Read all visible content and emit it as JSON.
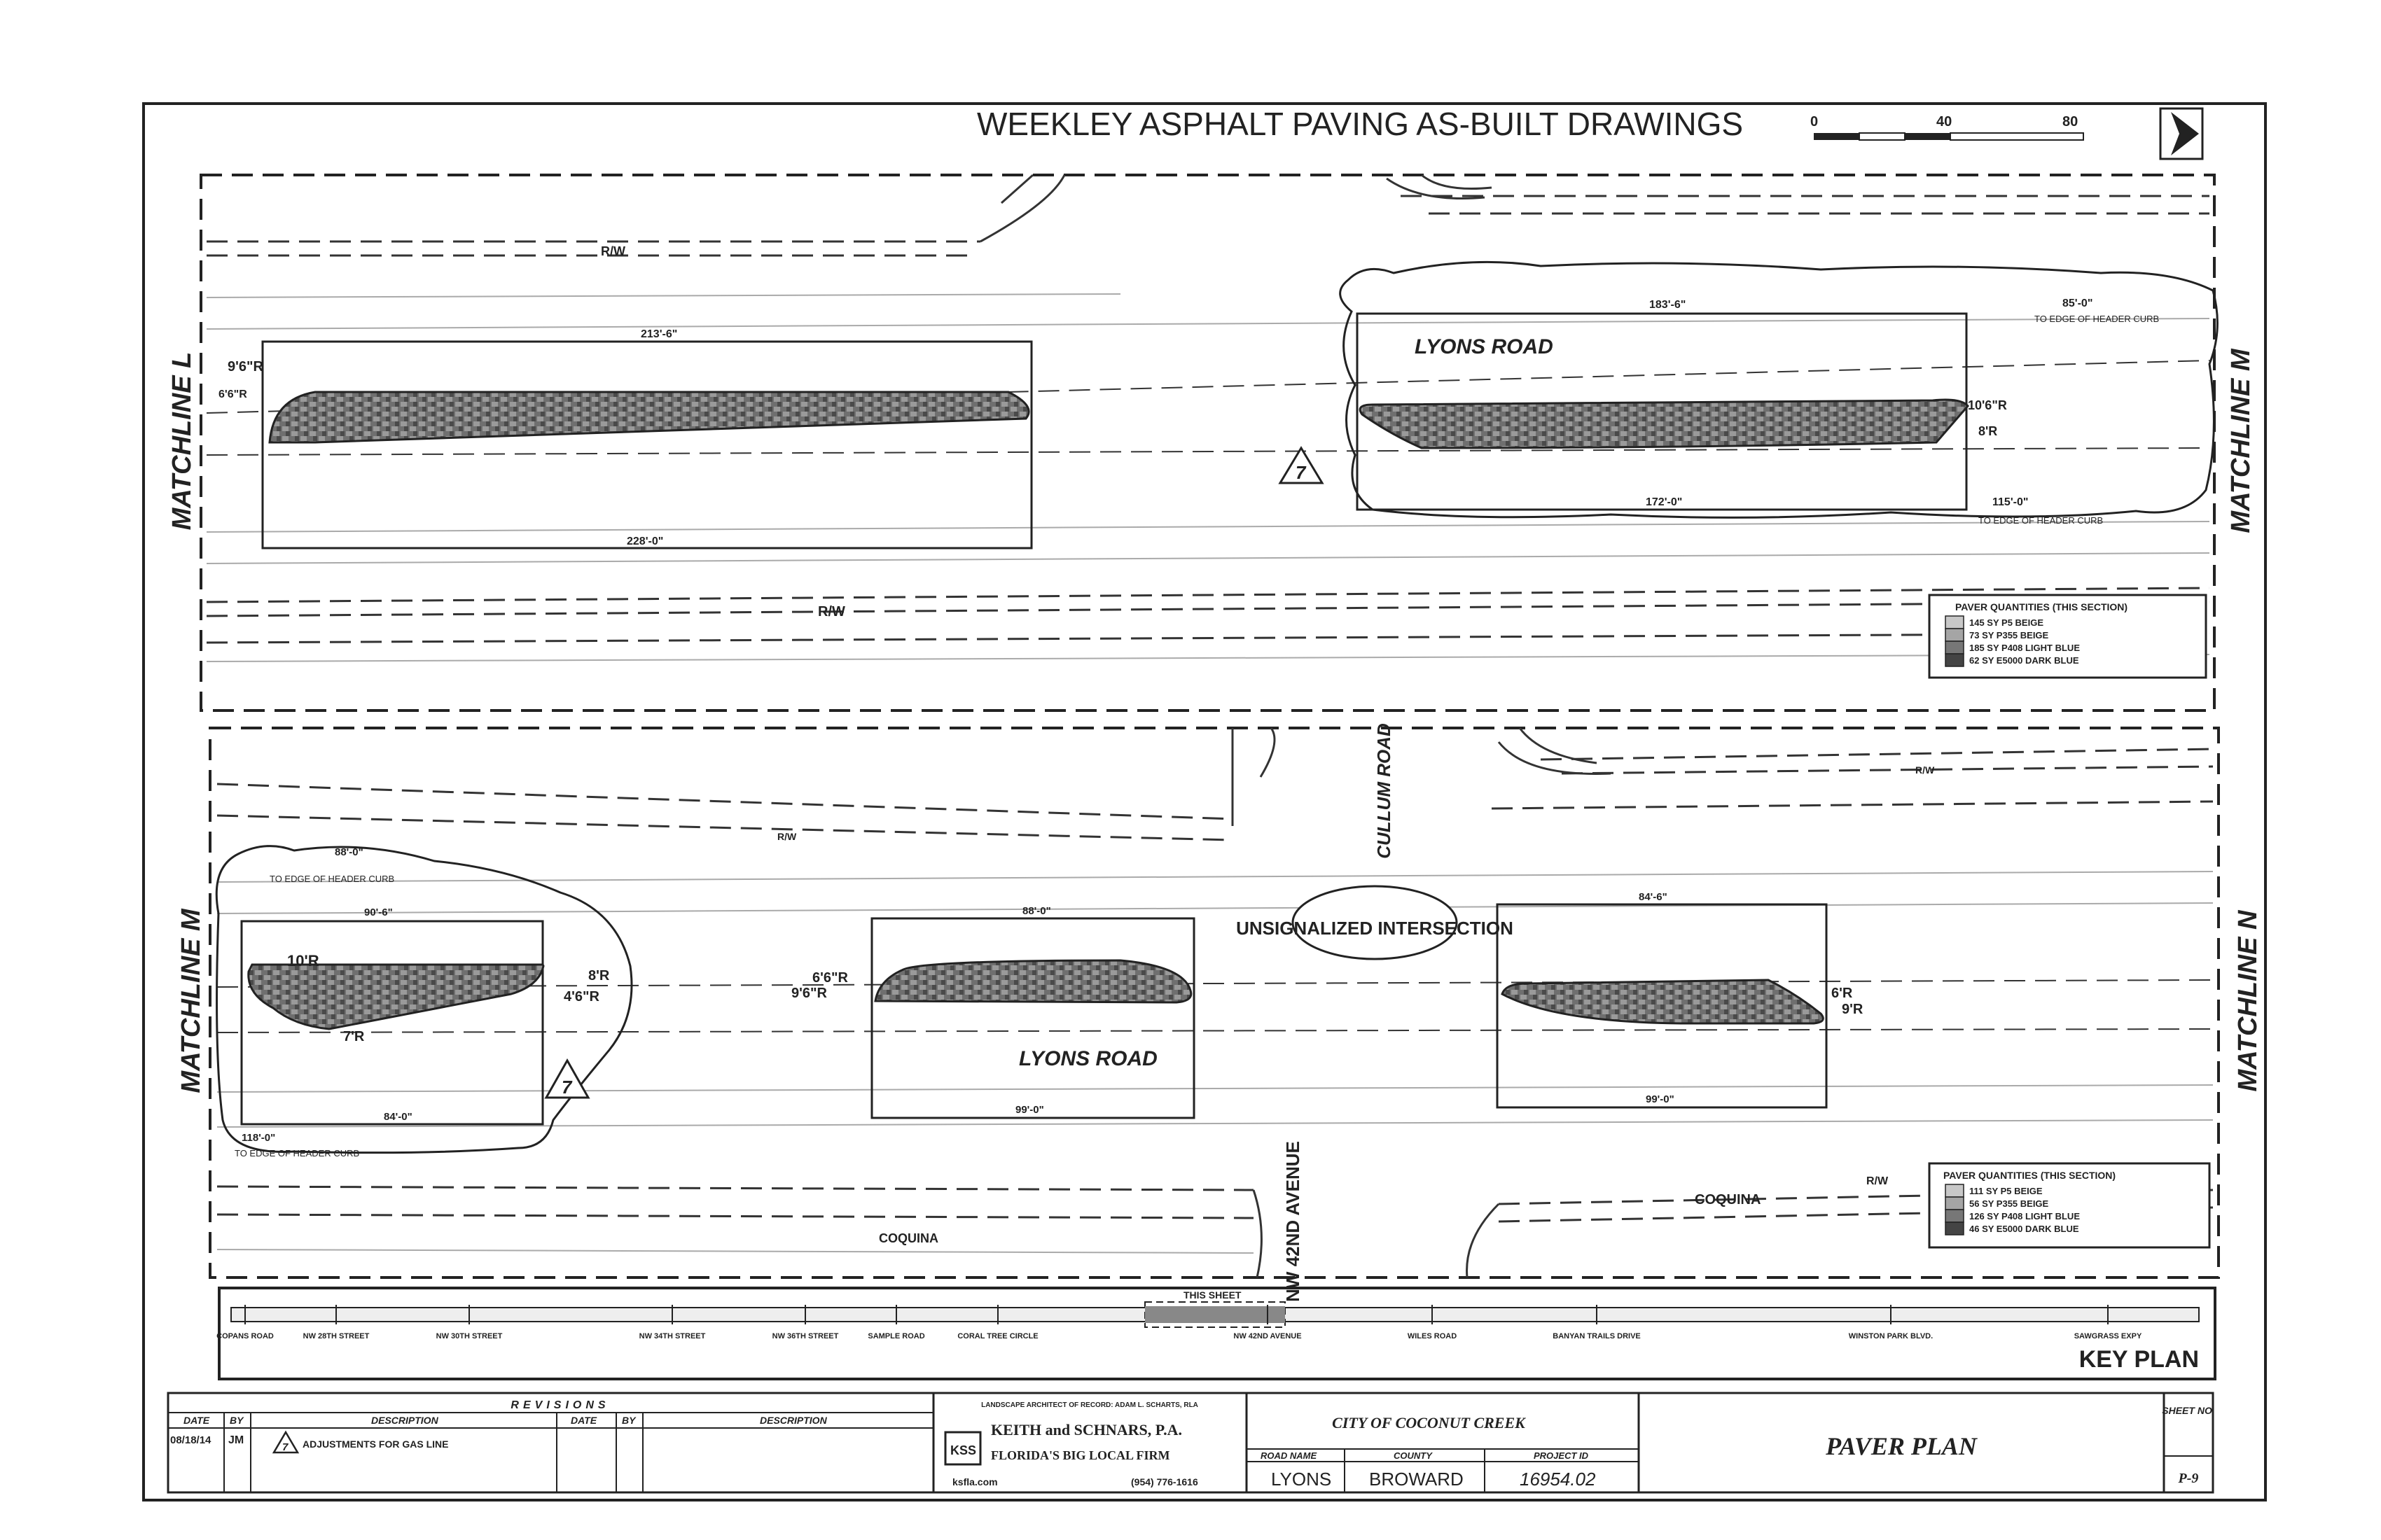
{
  "header": {
    "title": "WEEKLEY ASPHALT PAVING AS-BUILT DRAWINGS",
    "title_color": "#d0202a",
    "scale_labels": [
      "0",
      "40",
      "80"
    ],
    "north_icon": "north-arrow-icon"
  },
  "upper_plan": {
    "matchline_left": "MATCHLINE L",
    "matchline_right": "MATCHLINE M",
    "road_label": "LYONS ROAD",
    "rw_top": "R/W",
    "rw_bottom": "R/W",
    "revision_mark": "7",
    "island1": {
      "top_dim": "213'-6\"",
      "bottom_dim": "228'-0\"",
      "radius1": "9'6\"R",
      "radius2": "6'6\"R"
    },
    "island2": {
      "top_dim": "183'-6\"",
      "bottom_dim": "172'-0\"",
      "right_top_dim": "85'-0\"",
      "right_top_note": "TO EDGE OF HEADER CURB",
      "right_bottom_dim": "115'-0\"",
      "right_bottom_note": "TO EDGE OF HEADER CURB",
      "radius1": "10'6\"R",
      "radius2": "8'R"
    },
    "legend": {
      "title": "PAVER QUANTITIES (THIS SECTION)",
      "rows": [
        "145 SY  P5 BEIGE",
        "73 SY  P355 BEIGE",
        "185 SY  P408 LIGHT BLUE",
        "62 SY  E5000 DARK BLUE"
      ]
    }
  },
  "lower_plan": {
    "matchline_left": "MATCHLINE M",
    "matchline_right": "MATCHLINE N",
    "road_label": "LYONS ROAD",
    "cross_road": "CULLUM ROAD",
    "avenue": "NW 42ND AVENUE",
    "intersection": "UNSIGNALIZED INTERSECTION",
    "coquina_left": "COQUINA",
    "coquina_right": "COQUINA",
    "rw_labels": [
      "R/W",
      "R/W",
      "R/W"
    ],
    "revision_mark": "7",
    "island1": {
      "top_note_dim": "88'-0\"",
      "top_note": "TO EDGE OF HEADER CURB",
      "top_dim": "90'-6\"",
      "bottom_dim": "84'-0\"",
      "bottom_note_dim": "118'-0\"",
      "bottom_note": "TO EDGE OF HEADER CURB",
      "radius1": "10'R",
      "radius2": "7'R",
      "radius3": "8'R",
      "radius4": "4'6\"R"
    },
    "island2": {
      "top_dim": "88'-0\"",
      "bottom_dim": "99'-0\"",
      "radius1": "6'6\"R",
      "radius2": "9'6\"R"
    },
    "island3": {
      "top_dim": "84'-6\"",
      "bottom_dim": "99'-0\"",
      "radius1": "6'R",
      "radius2": "9'R"
    },
    "legend": {
      "title": "PAVER QUANTITIES (THIS SECTION)",
      "rows": [
        "111 SY  P5 BEIGE",
        "56 SY  P355 BEIGE",
        "126 SY  P408 LIGHT BLUE",
        "46 SY  E5000 DARK BLUE"
      ]
    }
  },
  "key_plan": {
    "title": "KEY PLAN",
    "this_sheet": "THIS SHEET",
    "stations": [
      "COPANS ROAD",
      "NW 28TH STREET",
      "NW 30TH STREET",
      "NW 34TH STREET",
      "NW 36TH STREET",
      "SAMPLE ROAD",
      "CORAL TREE CIRCLE",
      "NW 42ND AVENUE",
      "WILES ROAD",
      "BANYAN TRAILS DRIVE",
      "WINSTON PARK BLVD.",
      "SAWGRASS EXPY"
    ]
  },
  "title_block": {
    "revisions_title": "REVISIONS",
    "col_date": "DATE",
    "col_by": "BY",
    "col_desc": "DESCRIPTION",
    "rev_date": "08/18/14",
    "rev_by": "JM",
    "rev_mark": "7",
    "rev_desc": "ADJUSTMENTS FOR GAS LINE",
    "firm_header": "LANDSCAPE ARCHITECT OF RECORD: ADAM L. SCHARTS, RLA",
    "firm_name": "KEITH and SCHNARS, P.A.",
    "firm_tagline": "FLORIDA'S BIG LOCAL FIRM",
    "firm_logo": "KSS",
    "firm_web": "ksfla.com",
    "firm_phone": "(954) 776-1616",
    "client": "CITY OF COCONUT CREEK",
    "road_name_label": "ROAD NAME",
    "county_label": "COUNTY",
    "project_label": "PROJECT ID",
    "road_name": "LYONS",
    "county": "BROWARD",
    "project_id": "16954.02",
    "sheet_title": "PAVER PLAN",
    "sheet_no_label": "SHEET NO.",
    "sheet_no": "P-9"
  }
}
